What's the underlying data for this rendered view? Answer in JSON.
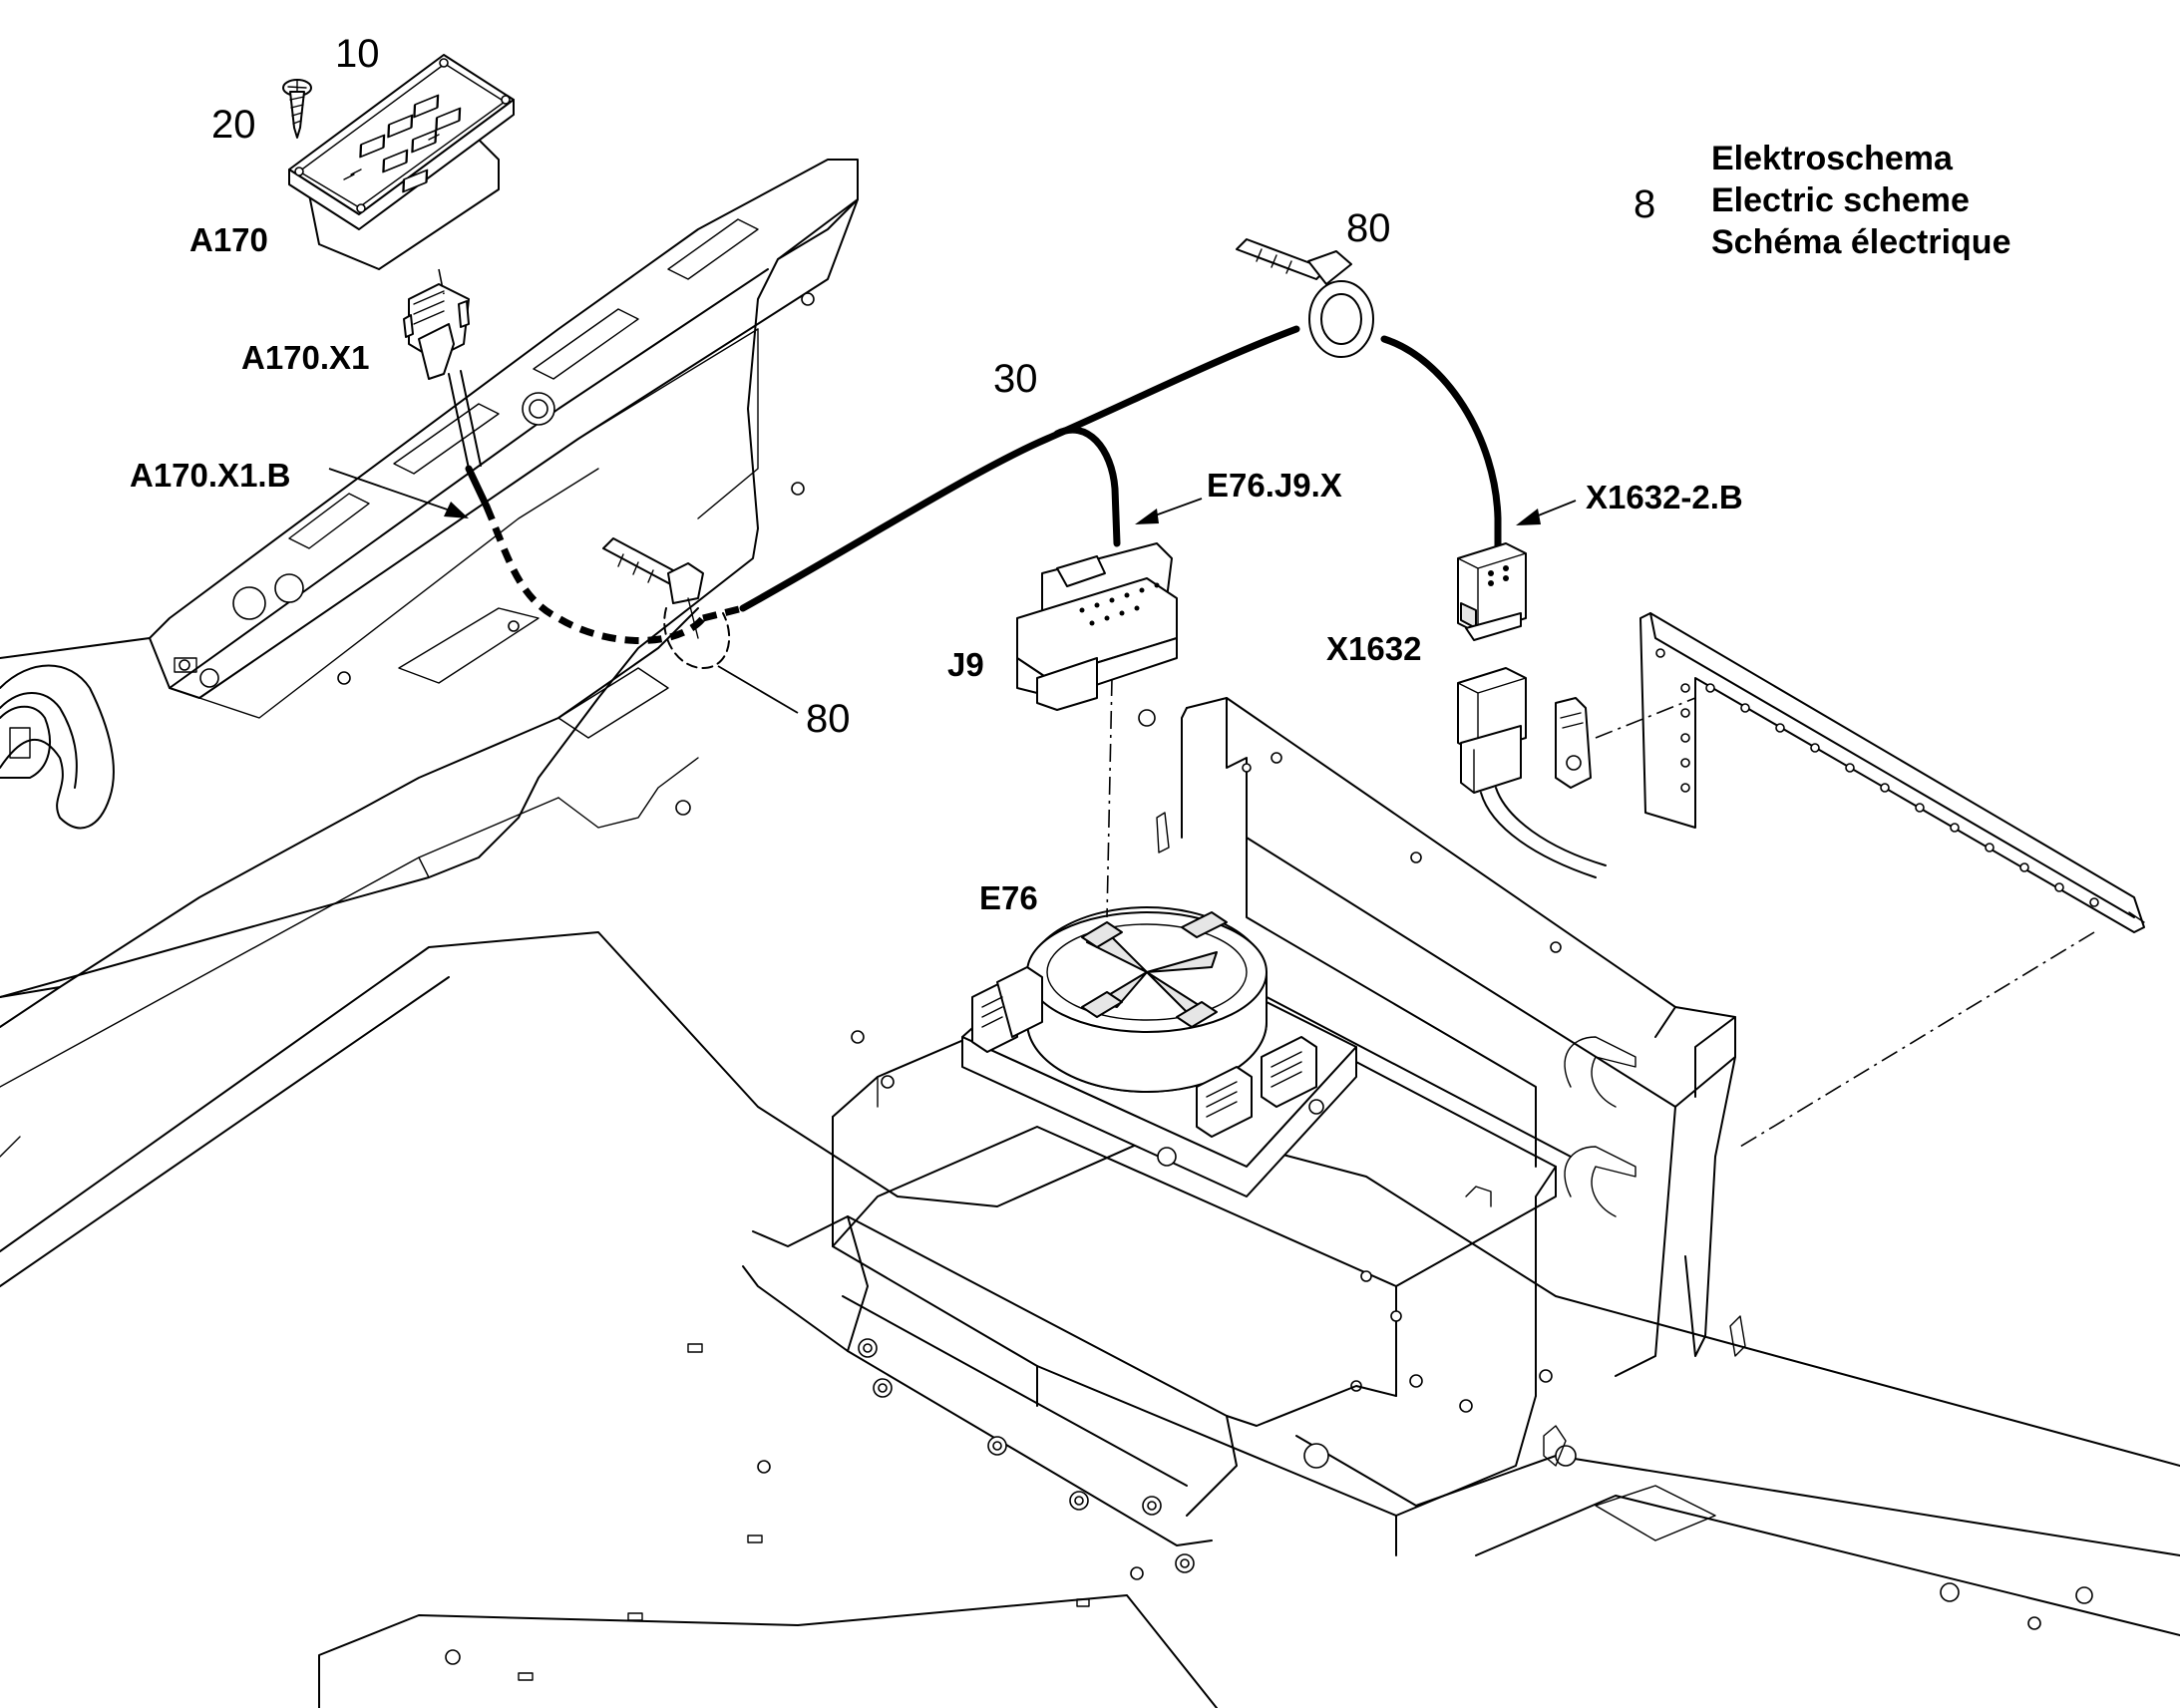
{
  "title_block": {
    "number": "8",
    "lines": [
      "Elektroschema",
      "Electric scheme",
      "Schéma électrique"
    ]
  },
  "callouts": {
    "item_10": "10",
    "item_20": "20",
    "item_30": "30",
    "item_80_top": "80",
    "item_80_left": "80"
  },
  "labels": {
    "a170": "A170",
    "a170_x1": "A170.X1",
    "a170_x1_b": "A170.X1.B",
    "e76_j9_x": "E76.J9.X",
    "j9": "J9",
    "x1632_2_b": "X1632-2.B",
    "x1632": "X1632",
    "e76": "E76"
  }
}
